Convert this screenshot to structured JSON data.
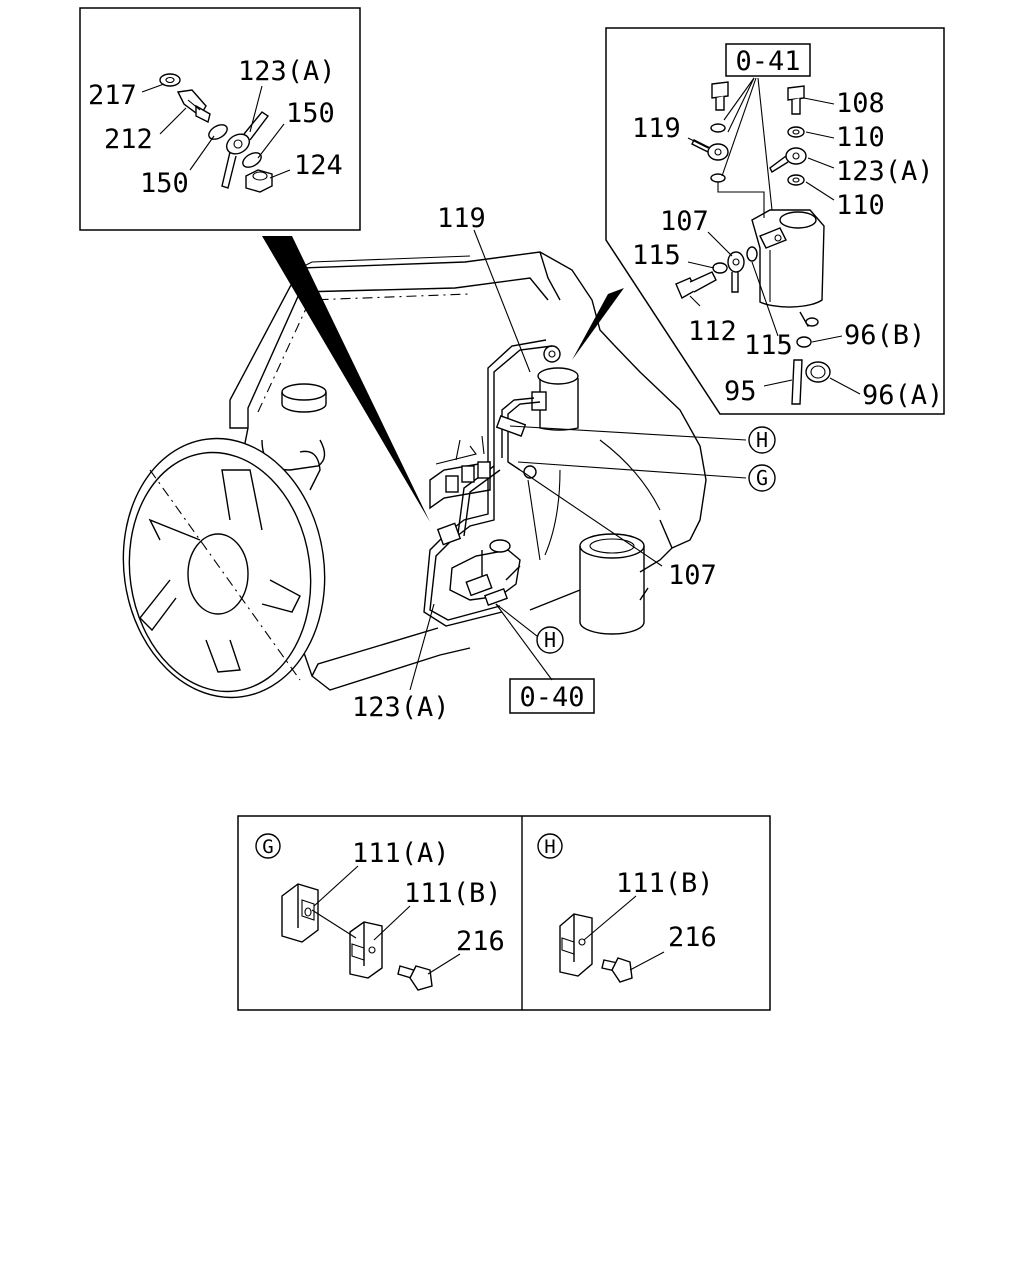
{
  "labels": {
    "inset_left": {
      "l217": "217",
      "l212": "212",
      "l123a": "123(A)",
      "l150_top": "150",
      "l150_bottom": "150",
      "l124": "124"
    },
    "inset_right": {
      "ref_box": "0-41",
      "l108": "108",
      "l119": "119",
      "l110_top": "110",
      "l123a": "123(A)",
      "l110_bottom": "110",
      "l107": "107",
      "l115_left": "115",
      "l112": "112",
      "l115_right": "115",
      "l96b": "96(B)",
      "l95": "95",
      "l96a": "96(A)"
    },
    "main": {
      "l119": "119",
      "callout_h_top": "H",
      "callout_g": "G",
      "l107": "107",
      "callout_h_bottom": "H",
      "l123a": "123(A)",
      "ref_box": "0-40"
    },
    "detail_g": {
      "marker": "G",
      "l111a": "111(A)",
      "l111b": "111(B)",
      "l216": "216"
    },
    "detail_h": {
      "marker": "H",
      "l111b": "111(B)",
      "l216": "216"
    }
  }
}
